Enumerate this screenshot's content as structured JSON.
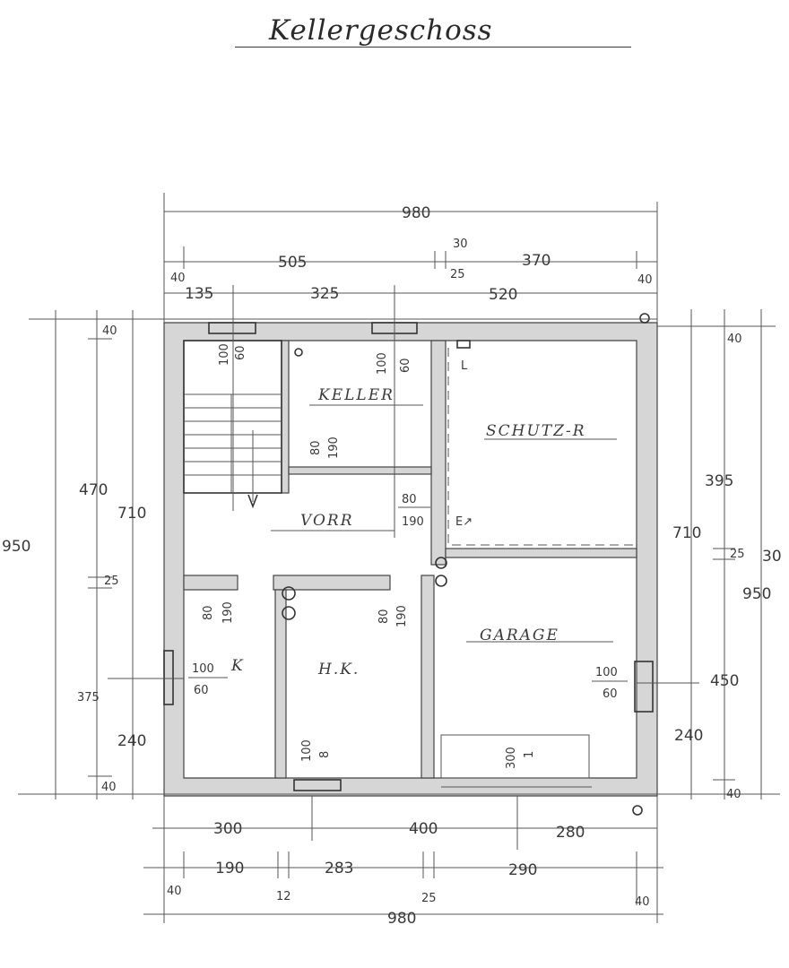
{
  "title": "Kellergeschoss",
  "rooms": {
    "keller": "KELLER",
    "schutz": "SCHUTZ-R",
    "vorr": "VORR",
    "garage": "GARAGE",
    "k": "K",
    "hk": "H.K."
  },
  "dims_top": {
    "overall": "980",
    "d505": "505",
    "d30": "30",
    "d25": "25",
    "d370": "370",
    "d40l": "40",
    "d40r": "40",
    "d135": "135",
    "d325": "325",
    "d520": "520"
  },
  "dims_left": {
    "d40": "40",
    "d470": "470",
    "d710": "710",
    "d950": "950",
    "d25": "25",
    "d375": "375",
    "d240": "240",
    "d40b": "40"
  },
  "dims_right": {
    "d40": "40",
    "d395": "395",
    "d710": "710",
    "d25": "25",
    "d30": "30",
    "d950": "950",
    "d450": "450",
    "d240": "240",
    "d40b": "40"
  },
  "dims_bottom": {
    "d300": "300",
    "d400": "400",
    "d280": "280",
    "d40": "40",
    "d190": "190",
    "d283": "283",
    "d290": "290",
    "d12": "12",
    "d25": "25",
    "d40r": "40",
    "overall": "980"
  },
  "openings": {
    "stair_top_a": "100",
    "stair_top_b": "60",
    "keller_win_a": "100",
    "keller_win_b": "60",
    "keller_door_a": "80",
    "keller_door_b": "190",
    "vorr_door_a": "80",
    "vorr_door_b": "190",
    "k_door_a": "80",
    "k_door_b": "190",
    "hk_door_a": "80",
    "hk_door_b": "190",
    "k_win_a": "100",
    "k_win_b": "60",
    "hk_win_a": "100",
    "hk_win_b": "8",
    "garage_win_a": "100",
    "garage_win_b": "60",
    "garage_gate_a": "300",
    "garage_gate_b": "1",
    "l": "L"
  }
}
